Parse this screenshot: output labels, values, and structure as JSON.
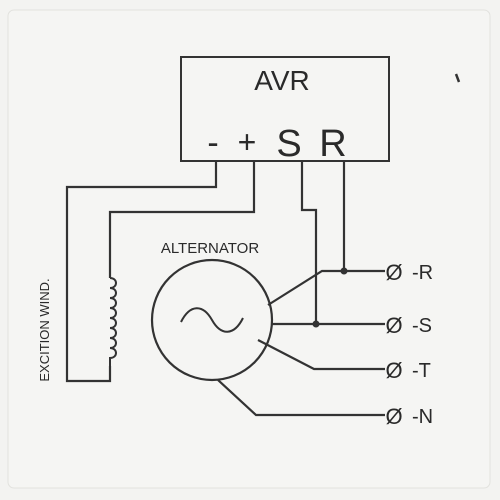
{
  "avr": {
    "title": "AVR",
    "minus": "-",
    "plus": "+",
    "s": "S",
    "r": "R"
  },
  "alternator_label": "ALTERNATOR",
  "excitation_label": "EXCITION WIND.",
  "terminals": [
    {
      "symbol": "Ø",
      "label": "-R"
    },
    {
      "symbol": "Ø",
      "label": "-S"
    },
    {
      "symbol": "Ø",
      "label": "-T"
    },
    {
      "symbol": "Ø",
      "label": "-N"
    }
  ],
  "colors": {
    "background": "#f3f3f1",
    "ink": "#2a2a2a"
  }
}
